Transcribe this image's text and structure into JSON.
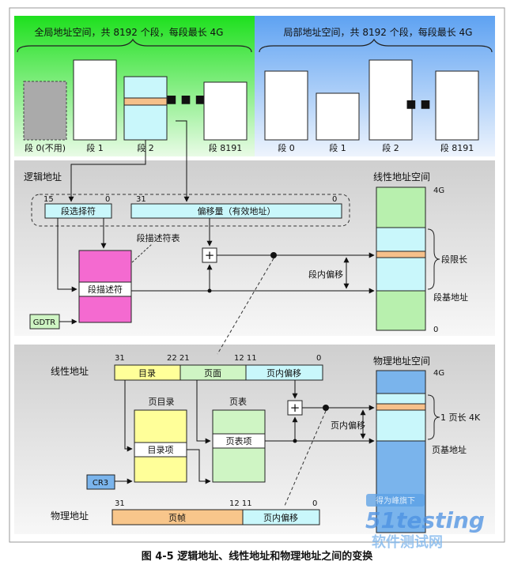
{
  "colors": {
    "global_band": "#22e622",
    "local_band": "#6eaaf4",
    "segment_highlight": "#f6c08a",
    "light_cyan": "#c9f7fb",
    "yellow": "#ffff99",
    "light_green": "#cff5c4",
    "pink": "#f46ad0",
    "orange": "#f8c68b",
    "linear_space_green": "#b8f0ae",
    "physical_space_blue": "#7ab4ec",
    "grey_panel": "#d9d9d9"
  },
  "top": {
    "global_label": "全局地址空间，共 8192 个段，每段最长 4G",
    "local_label": "局部地址空间，共 8192 个段，每段最长 4G",
    "global_segments": [
      "段 0(不用)",
      "段 1",
      "段 2",
      "段 8191"
    ],
    "local_segments": [
      "段 0",
      "段 1",
      "段 2",
      "段 8191"
    ],
    "ellipsis": "■ ■ ■"
  },
  "logical": {
    "title": "逻辑地址",
    "selector_hi": "15",
    "selector_lo": "0",
    "offset_hi": "31",
    "offset_lo": "0",
    "selector": "段选择符",
    "offset": "偏移量（有效地址）",
    "descriptor_table": "段描述符表",
    "descriptor": "段描述符",
    "gdtr": "GDTR",
    "in_segment_offset": "段内偏移",
    "linear_space": "线性地址空间",
    "top_4g": "4G",
    "bottom_0": "0",
    "segment_limit": "段限长",
    "segment_base": "段基地址",
    "plus": "+"
  },
  "paging": {
    "linear_title": "线性地址",
    "bits": [
      "31",
      "22 21",
      "12 11",
      "0"
    ],
    "directory": "目录",
    "table": "页面",
    "offset": "页内偏移",
    "page_directory": "页目录",
    "page_table": "页表",
    "dir_entry": "目录项",
    "table_entry": "页表项",
    "cr3": "CR3",
    "in_page_offset": "页内偏移",
    "physical_space": "物理地址空间",
    "top_4g": "4G",
    "page_size": "1 页长 4K",
    "page_base": "页基地址",
    "physical_title": "物理地址",
    "phys_bits": [
      "31",
      "12 11",
      "0"
    ],
    "frame": "页帧",
    "phys_offset": "页内偏移",
    "plus": "+"
  },
  "watermark": {
    "line1": "得为峰旗下",
    "brand": "51testing",
    "sub": "软件测试网"
  },
  "caption": "图 4-5  逻辑地址、线性地址和物理地址之间的变换"
}
